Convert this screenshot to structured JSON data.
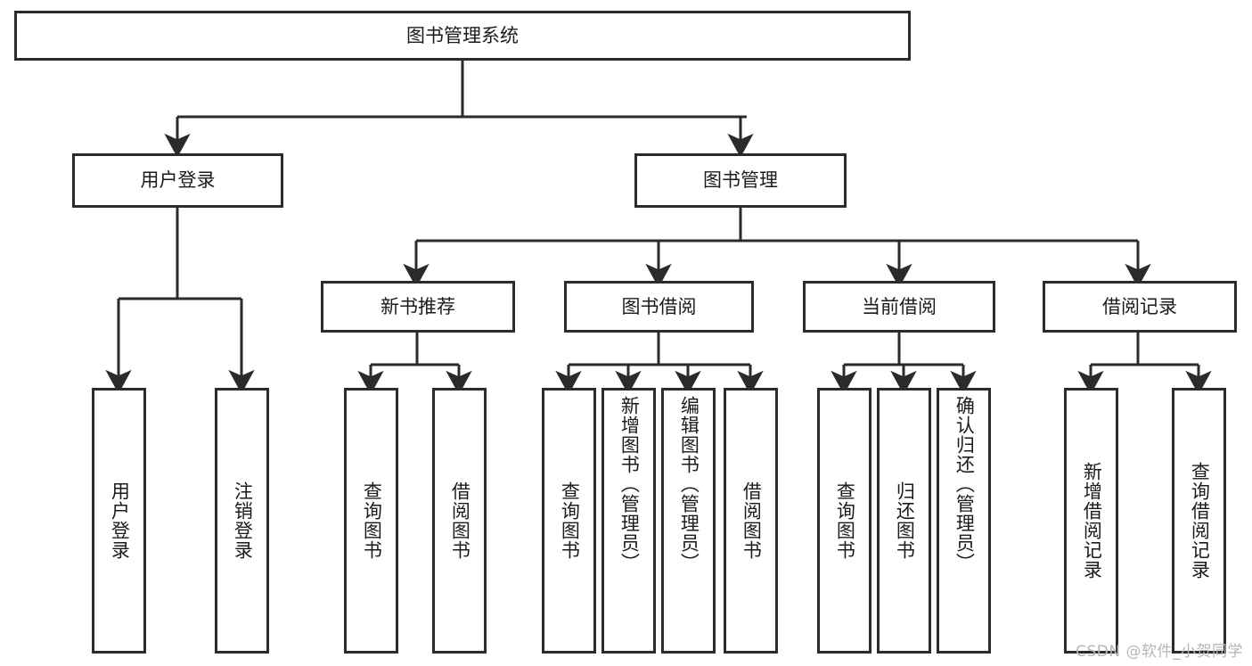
{
  "diagram": {
    "title": "图书管理系统",
    "type": "tree-hierarchy",
    "root": {
      "label": "图书管理系统"
    },
    "level1": [
      {
        "label": "用户登录"
      },
      {
        "label": "图书管理"
      }
    ],
    "level2": [
      {
        "label": "新书推荐"
      },
      {
        "label": "图书借阅"
      },
      {
        "label": "当前借阅"
      },
      {
        "label": "借阅记录"
      }
    ],
    "leaves": {
      "user_login": [
        {
          "label": "用户登录"
        },
        {
          "label": "注销登录"
        }
      ],
      "new_book_recommend": [
        {
          "label": "查询图书"
        },
        {
          "label": "借阅图书"
        }
      ],
      "book_borrow": [
        {
          "label": "查询图书"
        },
        {
          "label": "新增图书（管理员）"
        },
        {
          "label": "编辑图书（管理员）"
        },
        {
          "label": "借阅图书"
        }
      ],
      "current_borrow": [
        {
          "label": "查询图书"
        },
        {
          "label": "归还图书"
        },
        {
          "label": "确认归还（管理员）"
        }
      ],
      "borrow_record": [
        {
          "label": "新增借阅记录"
        },
        {
          "label": "查询借阅记录"
        }
      ]
    }
  },
  "watermark": {
    "text": "CSDN @软件_小贺同学"
  },
  "colors": {
    "stroke": "#2b2b2b",
    "fill": "#ffffff",
    "text": "#1b1b1b",
    "watermark": "#b6b6b6"
  }
}
